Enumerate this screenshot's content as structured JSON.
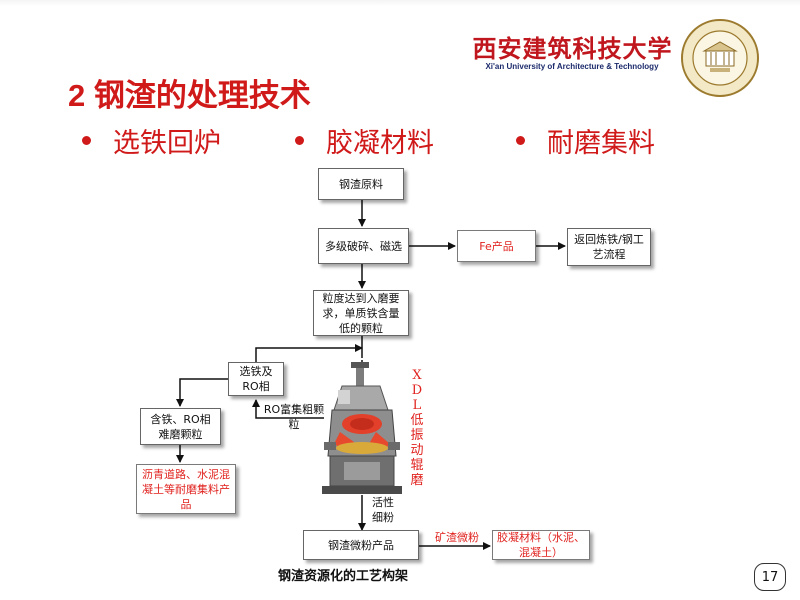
{
  "header": {
    "university_cn": "西安建筑科技大学",
    "university_en": "Xi'an University of Architecture & Technology",
    "seal_icon": "university-seal-icon"
  },
  "slide": {
    "title": "2 钢渣的处理技术",
    "bullets": [
      "选铁回炉",
      "胶凝材料",
      "耐磨集料"
    ],
    "accent_color": "#d01a1a"
  },
  "diagram": {
    "raw": "钢渣原料",
    "crush": "多级破碎、磁选",
    "fe_product": "Fe产品",
    "return_process": "返回炼铁/钢工艺流程",
    "fine": "粒度达到入磨要求，单质铁含量低的颗粒",
    "select": "选铁及RO相",
    "iron_ro": "含铁、RO相难磨颗粒",
    "aggregate": "沥青道路、水泥混凝土等耐磨集料产品",
    "ro_rich": "RO富集粗颗粒",
    "mill_label": "XDL低振动辊磨",
    "active_powder": "活性细粉",
    "micro_powder": "钢渣微粉产品",
    "slag_powder": "矿渣微粉",
    "cementitious": "胶凝材料（水泥、混凝土）"
  },
  "footer": {
    "caption": "钢渣资源化的工艺构架",
    "page_number": "17"
  }
}
